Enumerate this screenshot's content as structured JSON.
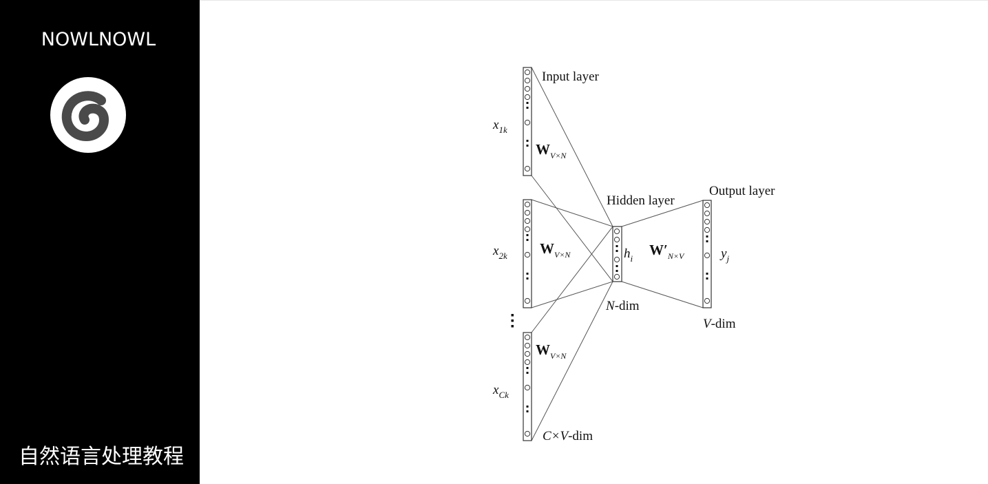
{
  "sidebar": {
    "brand": "NOWLNOWL",
    "course_title": "自然语言处理教程",
    "logo_icon": "swirl-logo-icon",
    "background": "#000000"
  },
  "diagram": {
    "input_label": "Input layer",
    "hidden_label": "Hidden layer",
    "output_label": "Output layer",
    "inputs": [
      {
        "var": "x",
        "sub": "1k"
      },
      {
        "var": "x",
        "sub": "2k"
      },
      {
        "var": "x",
        "sub": "Ck"
      }
    ],
    "weight": {
      "base": "W",
      "sub": "V×N"
    },
    "weight_prime": {
      "base": "W′",
      "sub": "N×V"
    },
    "hidden_var": {
      "var": "h",
      "sub": "i"
    },
    "output_var": {
      "var": "y",
      "sub": "j"
    },
    "ndim": {
      "var": "N",
      "rest": "-dim"
    },
    "vdim": {
      "var": "V",
      "rest": "-dim"
    },
    "cvdim": {
      "var": "C×V",
      "rest": "-dim"
    }
  }
}
